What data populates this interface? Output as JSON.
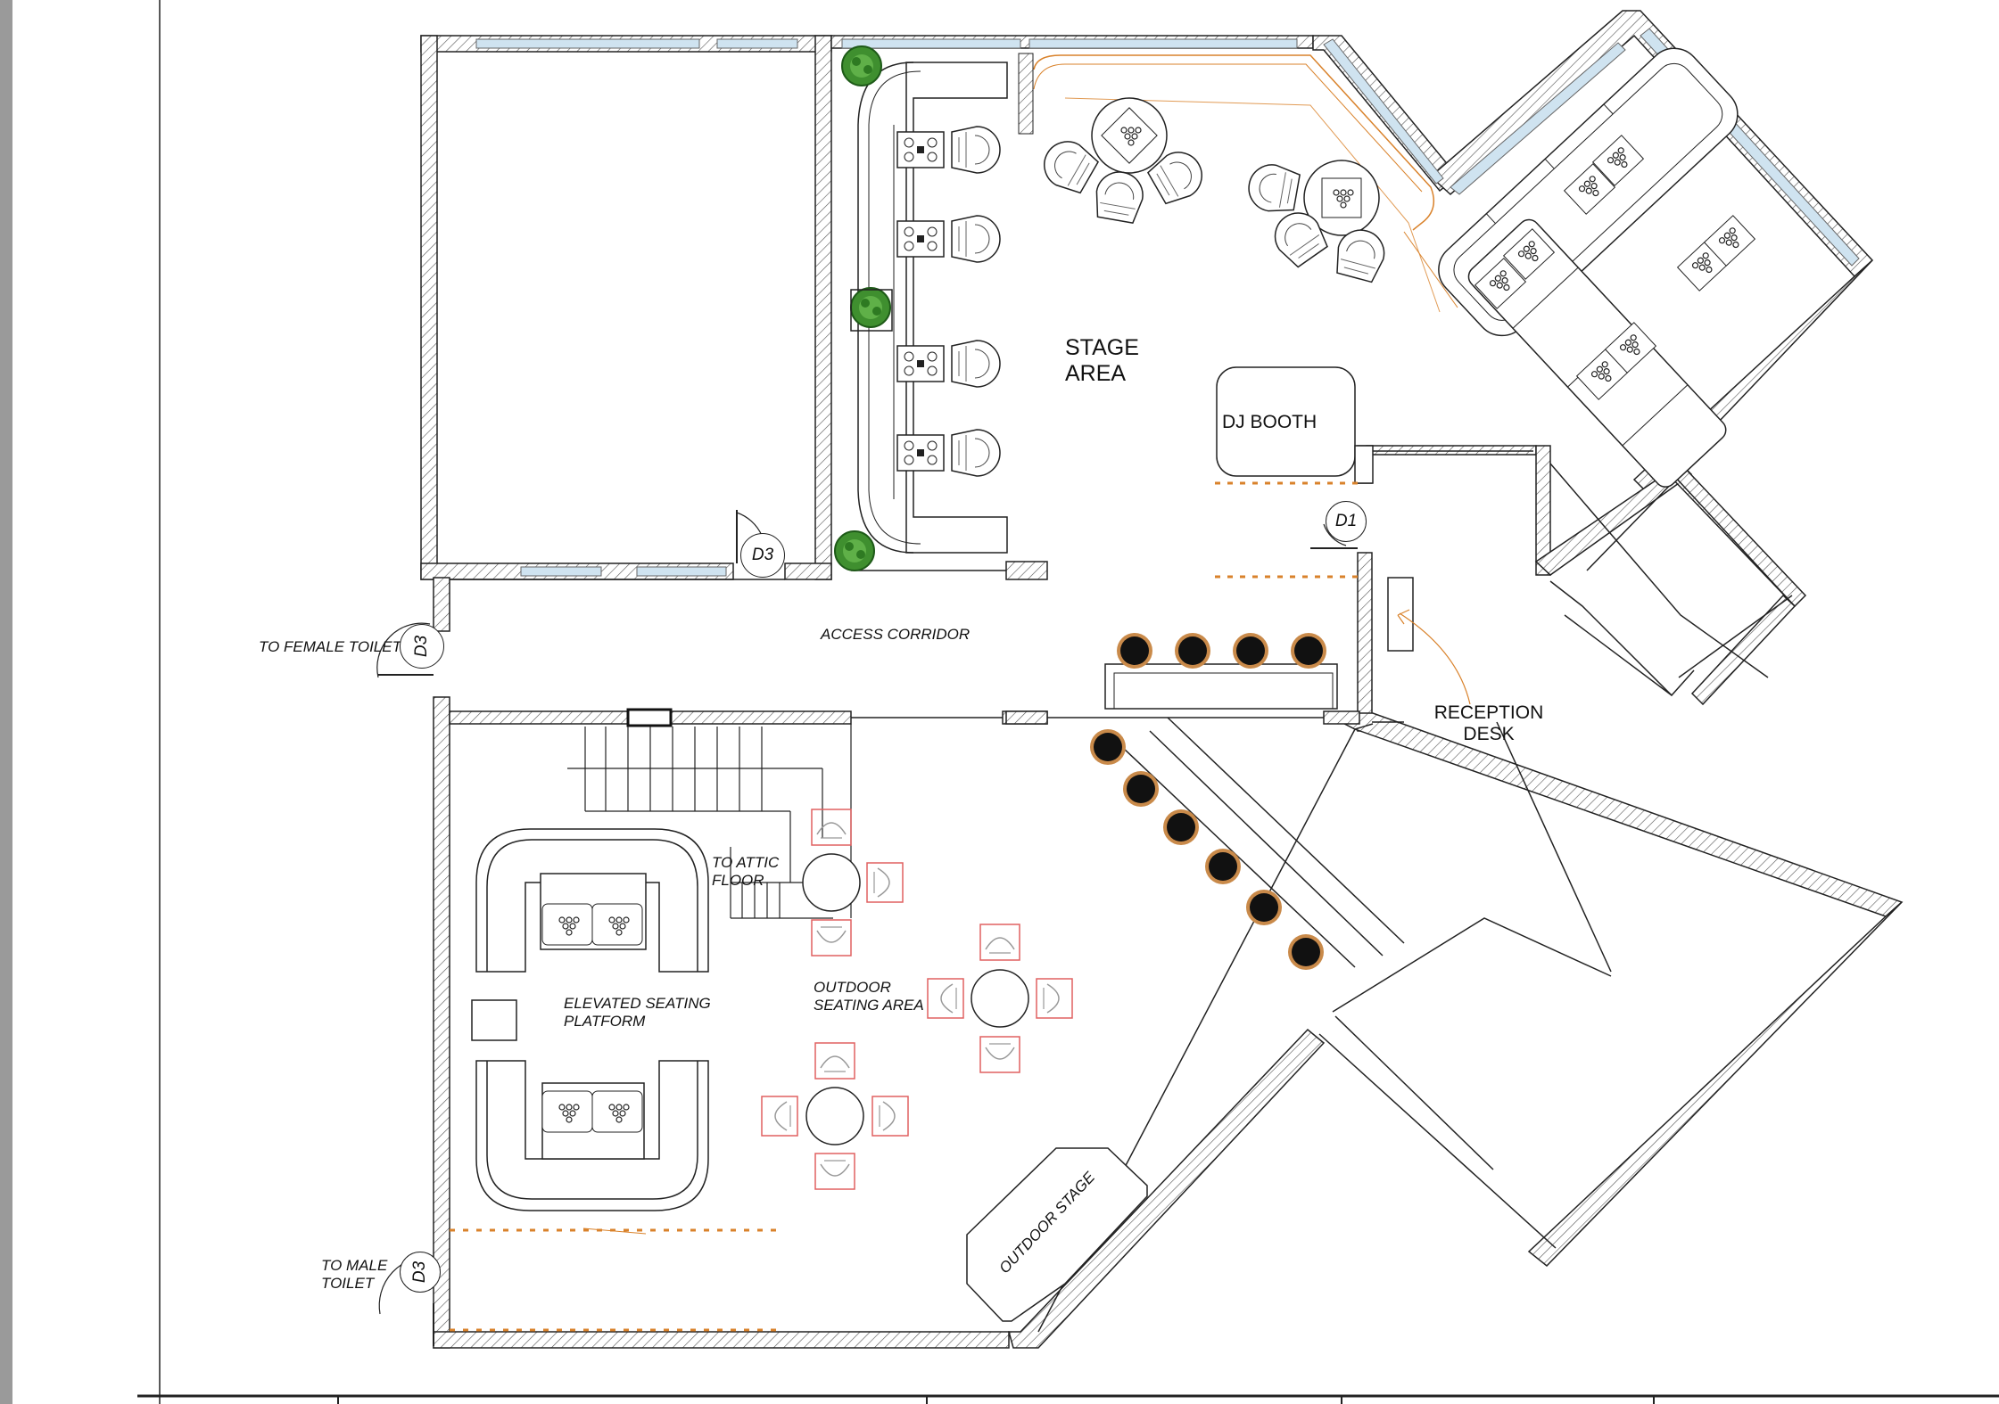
{
  "drawing": {
    "labels": {
      "stage_area_line1": "STAGE",
      "stage_area_line2": "AREA",
      "dj_booth": "DJ BOOTH",
      "access_corridor": "ACCESS CORRIDOR",
      "to_female_toilet": "TO FEMALE TOILET",
      "reception_line1": "RECEPTION",
      "reception_line2": "DESK",
      "to_attic_line1": "TO ATTIC",
      "to_attic_line2": "FLOOR",
      "elevated_line1": "ELEVATED SEATING",
      "elevated_line2": "PLATFORM",
      "outdoor_seating_line1": "OUTDOOR",
      "outdoor_seating_line2": "SEATING AREA",
      "to_male_line1": "TO MALE",
      "to_male_line2": "TOILET",
      "outdoor_stage": "OUTDOOR STAGE"
    },
    "door_tags": {
      "d3_corridor": "D3",
      "d1_stage": "D1",
      "d3_female": "D3",
      "d3_male": "D3"
    },
    "colors": {
      "wall_line": "#222222",
      "accent_orange": "#d9822b",
      "plant_green": "#3f8f2f",
      "chair_red": "#e06060",
      "window_blue": "#cfe3f0"
    }
  }
}
